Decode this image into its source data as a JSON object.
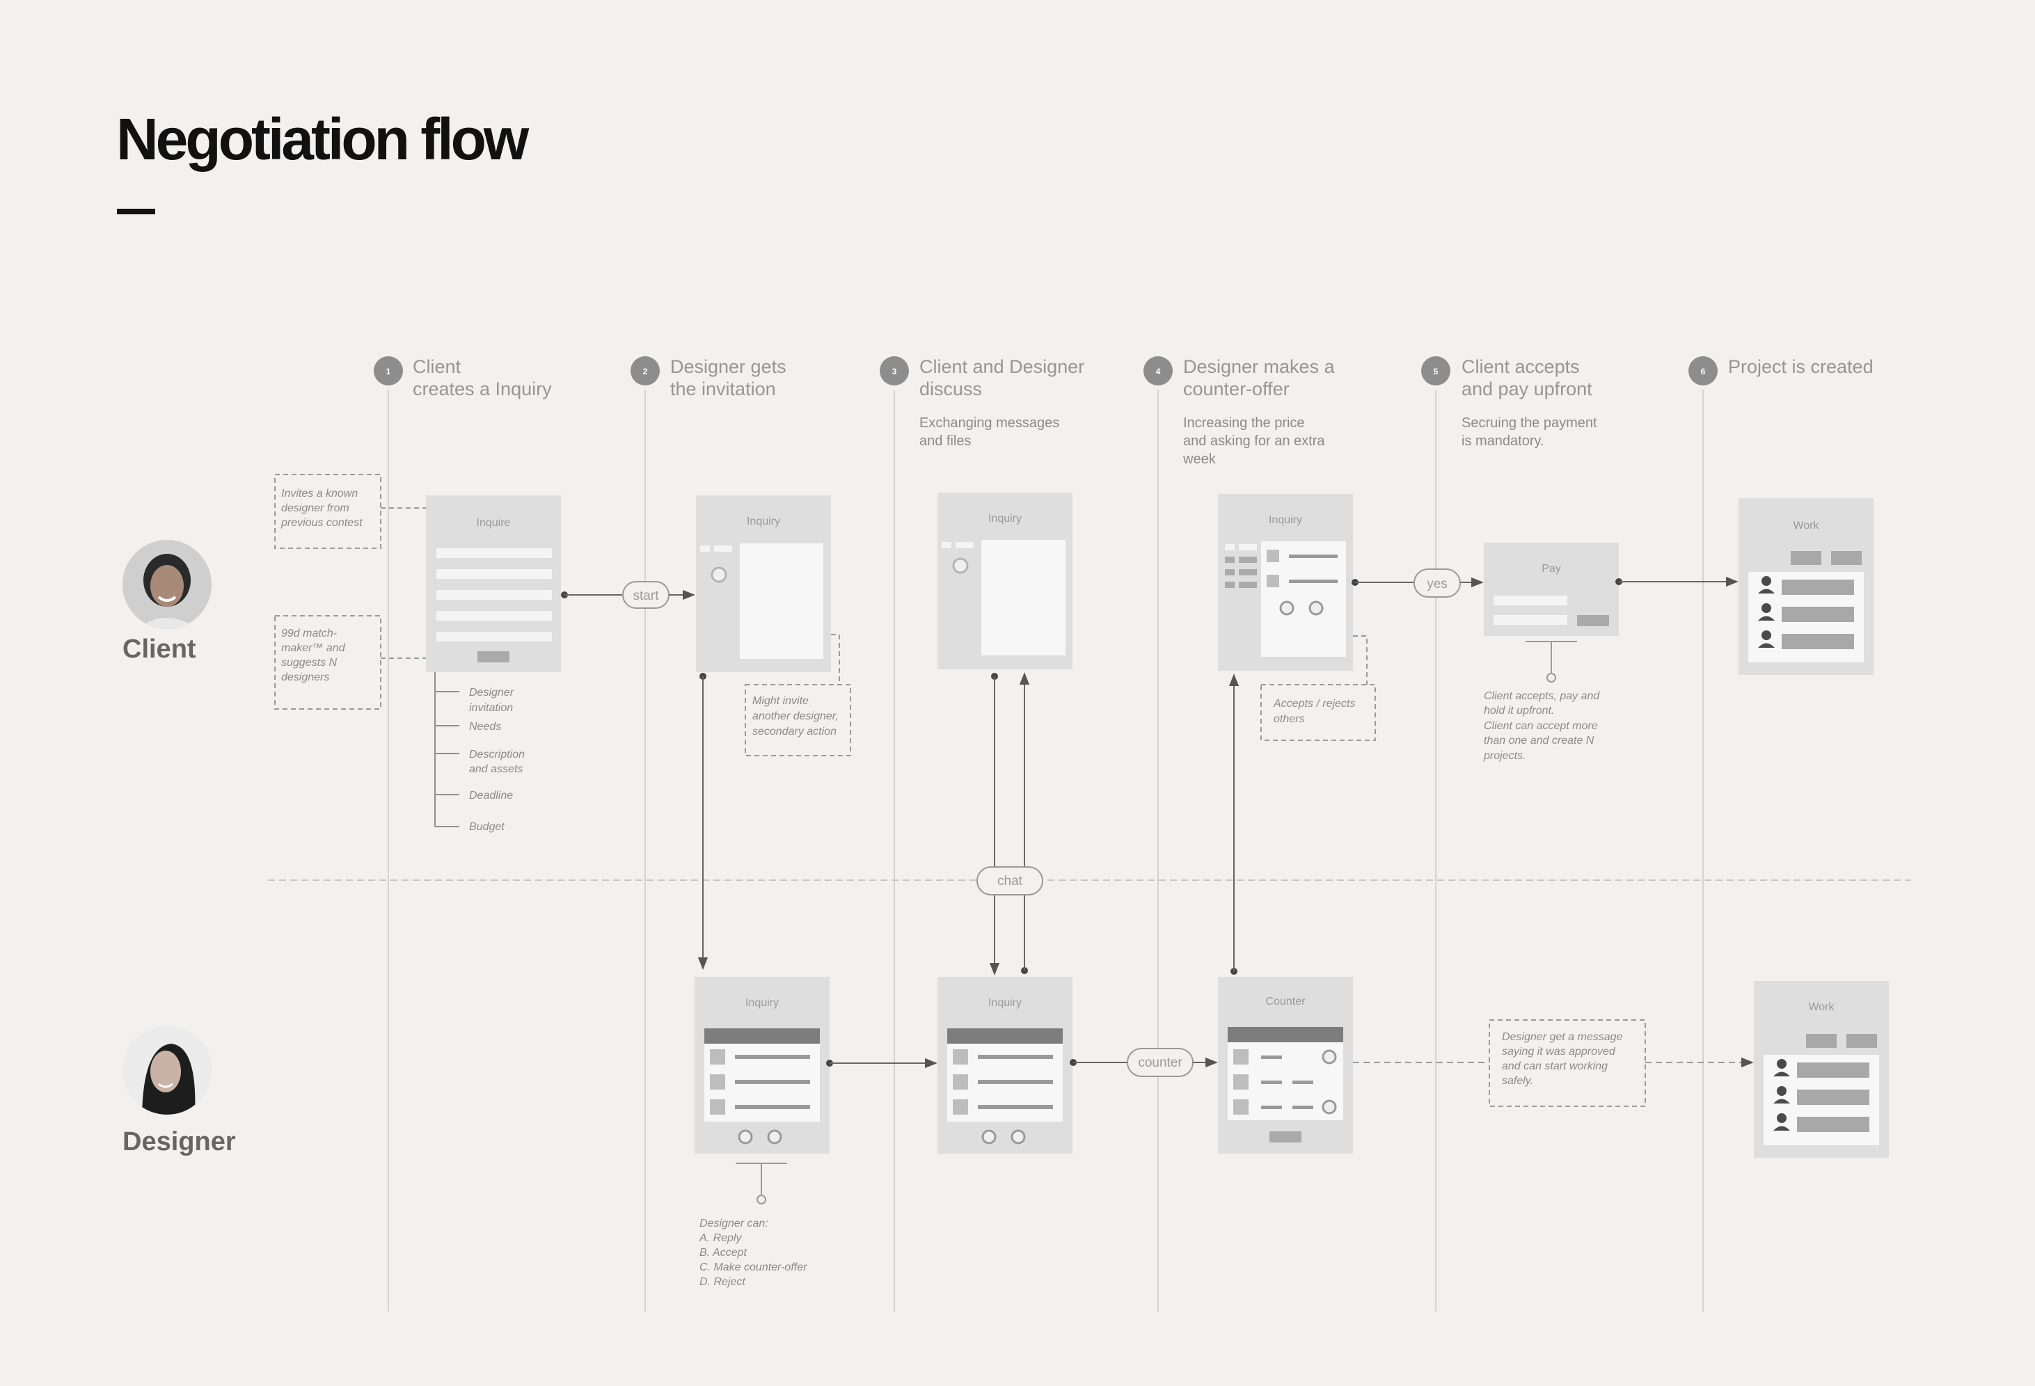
{
  "page": {
    "title": "Negotiation flow"
  },
  "actors": {
    "client": "Client",
    "designer": "Designer"
  },
  "steps": [
    {
      "number": "1",
      "title_lines": [
        "Client",
        "creates a Inquiry"
      ],
      "desc_lines": []
    },
    {
      "number": "2",
      "title_lines": [
        "Designer gets",
        "the invitation"
      ],
      "desc_lines": []
    },
    {
      "number": "3",
      "title_lines": [
        "Client and Designer",
        "discuss"
      ],
      "desc_lines": [
        "Exchanging messages",
        "and files"
      ]
    },
    {
      "number": "4",
      "title_lines": [
        "Designer makes a",
        "counter-offer"
      ],
      "desc_lines": [
        "Increasing the price",
        "and asking for an extra",
        "week"
      ]
    },
    {
      "number": "5",
      "title_lines": [
        "Client accepts",
        "and pay upfront"
      ],
      "desc_lines": [
        "Secruing the payment",
        "is mandatory."
      ]
    },
    {
      "number": "6",
      "title_lines": [
        "Project is created"
      ],
      "desc_lines": []
    }
  ],
  "cards": {
    "client_inquire": "Inquire",
    "client_inquiry_2": "Inquiry",
    "client_inquiry_3": "Inquiry",
    "client_inquiry_4": "Inquiry",
    "client_pay": "Pay",
    "client_work": "Work",
    "designer_inquiry_2": "Inquiry",
    "designer_inquiry_3": "Inquiry",
    "designer_counter": "Counter",
    "designer_work": "Work"
  },
  "pills": {
    "start": "start",
    "yes": "yes",
    "chat": "chat",
    "counter": "counter"
  },
  "notes": {
    "invite_known": [
      "Invites a known",
      "designer from",
      "previous contest"
    ],
    "matchmaker": [
      "99d match-",
      "maker™ and",
      "suggests N",
      "designers"
    ],
    "inquiry_fields": [
      "Designer",
      "invitation",
      "Needs",
      "Description",
      "and assets",
      "Deadline",
      "Budget"
    ],
    "might_invite": [
      "Might invite",
      "another designer,",
      "secondary action"
    ],
    "accepts_rejects": [
      "Accepts / rejects",
      "others"
    ],
    "client_accepts": [
      "Client accepts, pay and",
      "hold it upfront.",
      "Client can accept more",
      "than one and create N",
      "projects."
    ],
    "designer_can": [
      "Designer can:",
      "A.  Reply",
      "B.  Accept",
      "C. Make counter-offer",
      "D. Reject"
    ],
    "designer_message": [
      "Designer get a message",
      "saying it was approved",
      "and can start working",
      "safely."
    ]
  },
  "colors": {
    "background": "#f2f1ef",
    "line": "#c9c9c9",
    "card": "#dedede",
    "bar": "#7d7d7d",
    "title": "#111111"
  }
}
